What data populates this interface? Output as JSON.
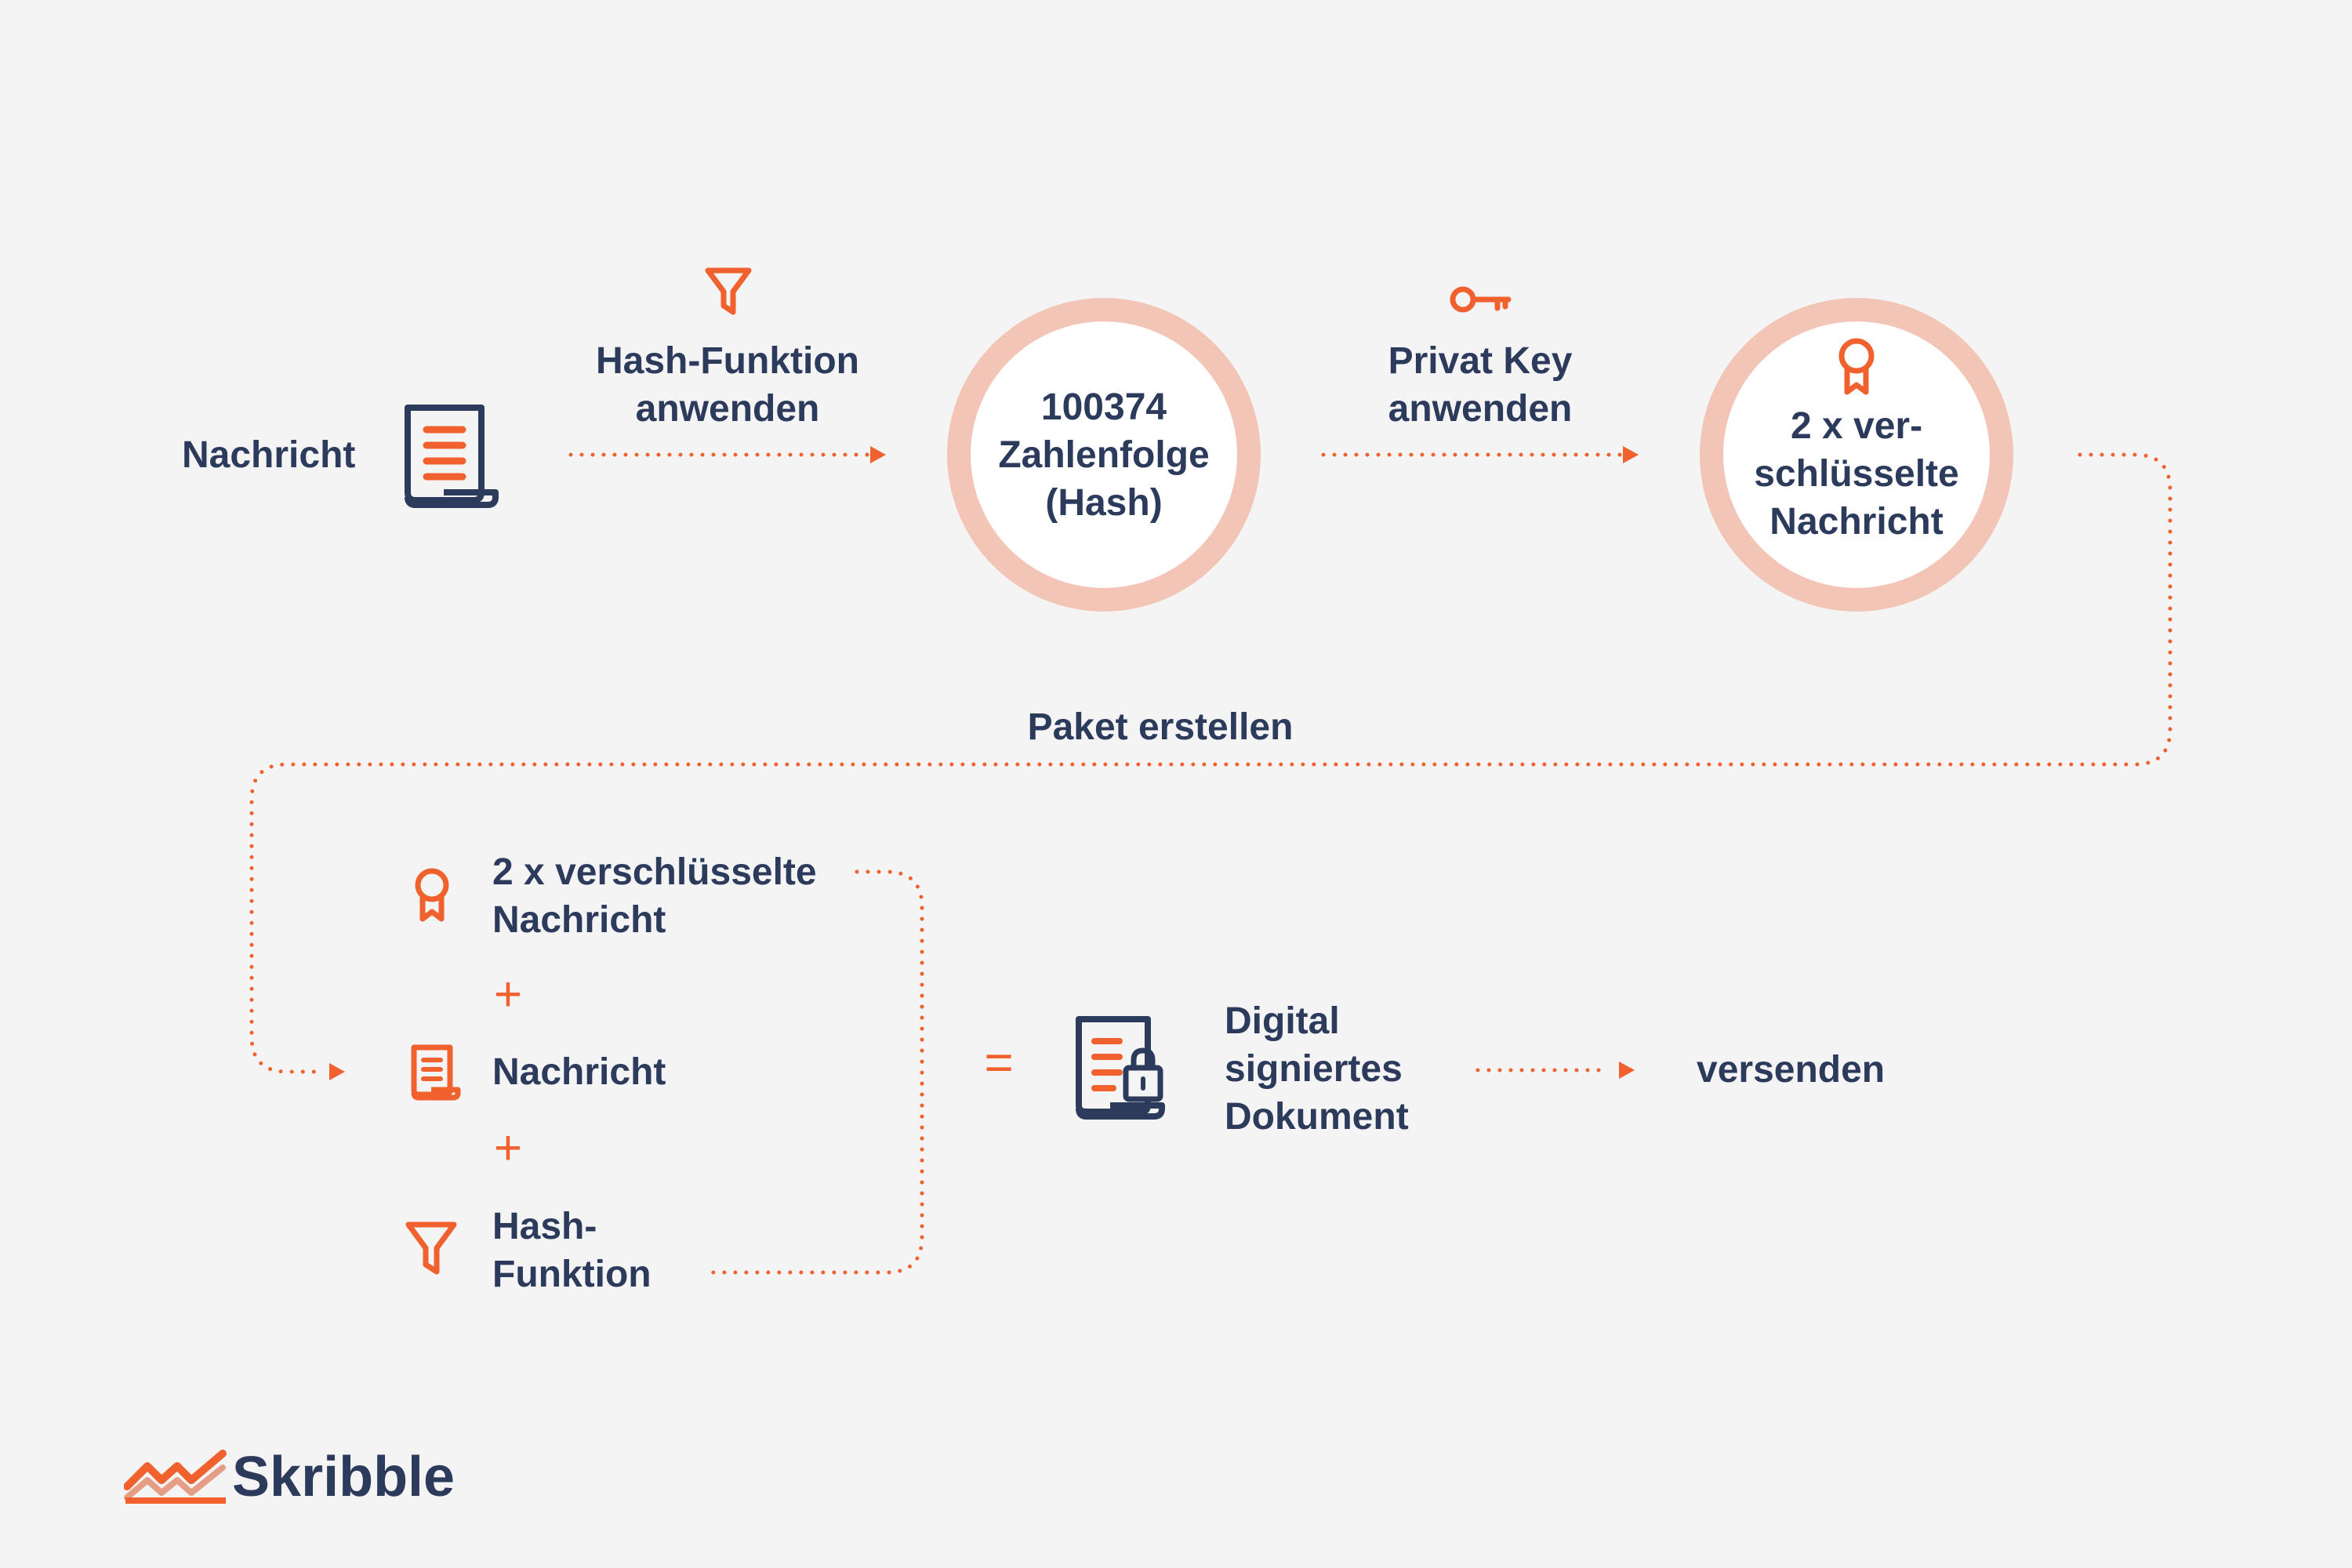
{
  "colors": {
    "accent": "#f0612d",
    "navy": "#2c3a5c",
    "ring": "#f3c5b6",
    "background": "#f4f4f4"
  },
  "top_row": {
    "message_label": "Nachricht",
    "hash_step_label": "Hash-Funktion\nanwenden",
    "hash_result": "100374\nZahlenfolge\n(Hash)",
    "key_step_label": "Privat Key\nanwenden",
    "encrypted_result": "2 x ver-\nschlüsselte\nNachricht"
  },
  "package_label": "Paket erstellen",
  "package_items": [
    {
      "icon": "ribbon-award-icon",
      "label": "2 x verschlüsselte\nNachricht"
    },
    {
      "icon": "document-icon",
      "label": "Nachricht"
    },
    {
      "icon": "funnel-icon",
      "label": "Hash-\nFunktion"
    }
  ],
  "plus_sign": "+",
  "equals_sign": "=",
  "result_label": "Digital\nsigniertes\nDokument",
  "final_step_label": "versenden",
  "brand": {
    "name": "Skribble"
  }
}
